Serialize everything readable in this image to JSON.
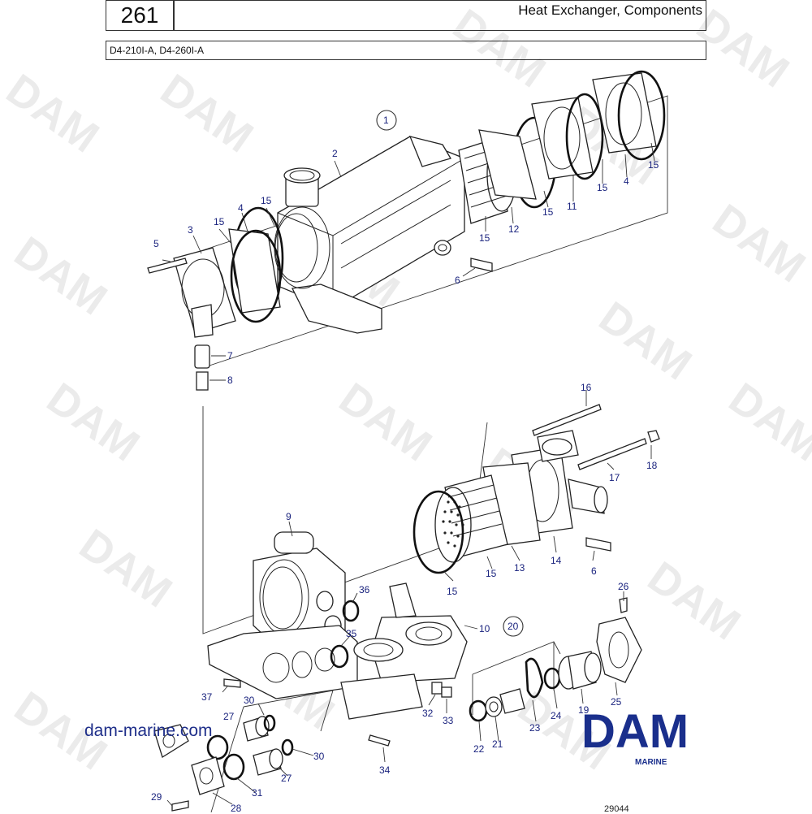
{
  "header": {
    "page_number": "261",
    "title": "Heat Exchanger, Components",
    "models": "D4-210I-A, D4-260I-A"
  },
  "watermark": {
    "text": "DAM"
  },
  "footer": {
    "site": "dam-marine.com",
    "brand": "DAM",
    "brand_sub": "MARINE",
    "drawing_number": "29044"
  },
  "colors": {
    "label": "#1a237e",
    "brand": "#1a2f8c",
    "line": "#222222"
  },
  "callouts": {
    "c1": "1",
    "c2": "2",
    "c3": "3",
    "c4a": "4",
    "c4b": "4",
    "c5": "5",
    "c6a": "6",
    "c6b": "6",
    "c7": "7",
    "c8": "8",
    "c9": "9",
    "c10": "10",
    "c11": "11",
    "c12": "12",
    "c13": "13",
    "c14": "14",
    "c15a": "15",
    "c15b": "15",
    "c15c": "15",
    "c15d": "15",
    "c15e": "15",
    "c15f": "15",
    "c15g": "15",
    "c15h": "15",
    "c16": "16",
    "c17": "17",
    "c18": "18",
    "c19": "19",
    "c20": "20",
    "c21": "21",
    "c22": "22",
    "c23": "23",
    "c24": "24",
    "c25": "25",
    "c26": "26",
    "c27a": "27",
    "c27b": "27",
    "c28": "28",
    "c29": "29",
    "c30a": "30",
    "c30b": "30",
    "c31": "31",
    "c32": "32",
    "c33": "33",
    "c34": "34",
    "c35": "35",
    "c36": "36",
    "c37": "37"
  }
}
